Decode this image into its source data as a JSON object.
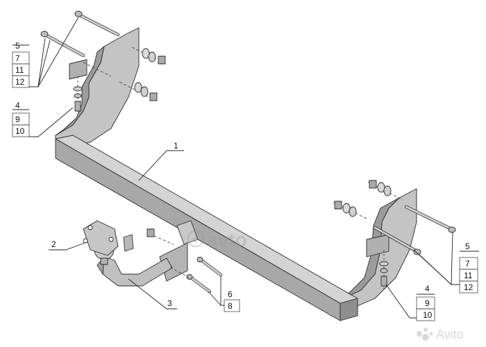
{
  "callouts": {
    "group_top_left": [
      "5",
      "7",
      "11",
      "12"
    ],
    "group_mid_left": [
      "4",
      "9",
      "10"
    ],
    "frame": "1",
    "plate": "2",
    "ball": "3",
    "group_bolts": [
      "6",
      "8"
    ],
    "group_right_top": [
      "5",
      "7",
      "11",
      "12"
    ],
    "group_right_bottom": [
      "4",
      "9",
      "10"
    ]
  },
  "watermarks": {
    "center": "avto",
    "corner": "Avito"
  },
  "colors": {
    "metal": "#bcbcbc",
    "metal_light": "#d6d6d6",
    "metal_dark": "#8e8e8e",
    "line": "#222222"
  }
}
